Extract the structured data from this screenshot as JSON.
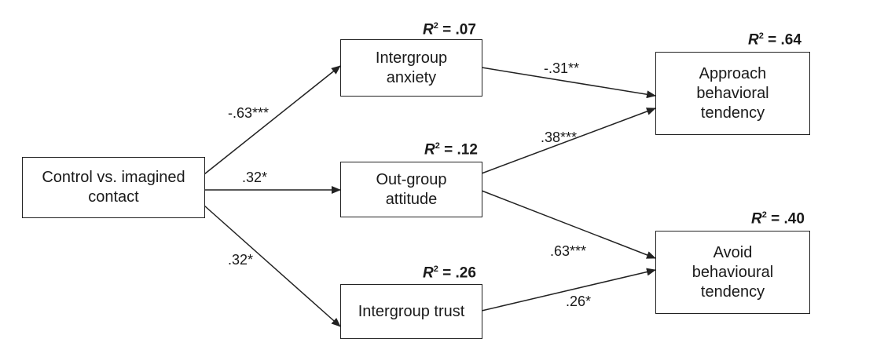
{
  "nodes": {
    "control": {
      "label": "Control vs. imagined\ncontact"
    },
    "anxiety": {
      "label": "Intergroup\nanxiety",
      "r2_value": ".07"
    },
    "attitude": {
      "label": "Out-group\nattitude",
      "r2_value": ".12"
    },
    "trust": {
      "label": "Intergroup trust",
      "r2_value": ".26"
    },
    "approach": {
      "label": "Approach\nbehavioral\ntendency",
      "r2_value": ".64"
    },
    "avoid": {
      "label": "Avoid\nbehavioural\ntendency",
      "r2_value": ".40"
    }
  },
  "r2_symbol": "R",
  "r2_exponent": "2",
  "r2_equals": " = ",
  "paths": [
    {
      "from": "control",
      "to": "anxiety",
      "coef": "-.63***"
    },
    {
      "from": "control",
      "to": "attitude",
      "coef": ".32*"
    },
    {
      "from": "control",
      "to": "trust",
      "coef": ".32*"
    },
    {
      "from": "anxiety",
      "to": "approach",
      "coef": "-.31**"
    },
    {
      "from": "attitude",
      "to": "approach",
      "coef": ".38***"
    },
    {
      "from": "attitude",
      "to": "avoid",
      "coef": ".63***"
    },
    {
      "from": "trust",
      "to": "avoid",
      "coef": ".26*"
    }
  ],
  "colors": {
    "line": "#222222",
    "text": "#1a1a1a"
  }
}
